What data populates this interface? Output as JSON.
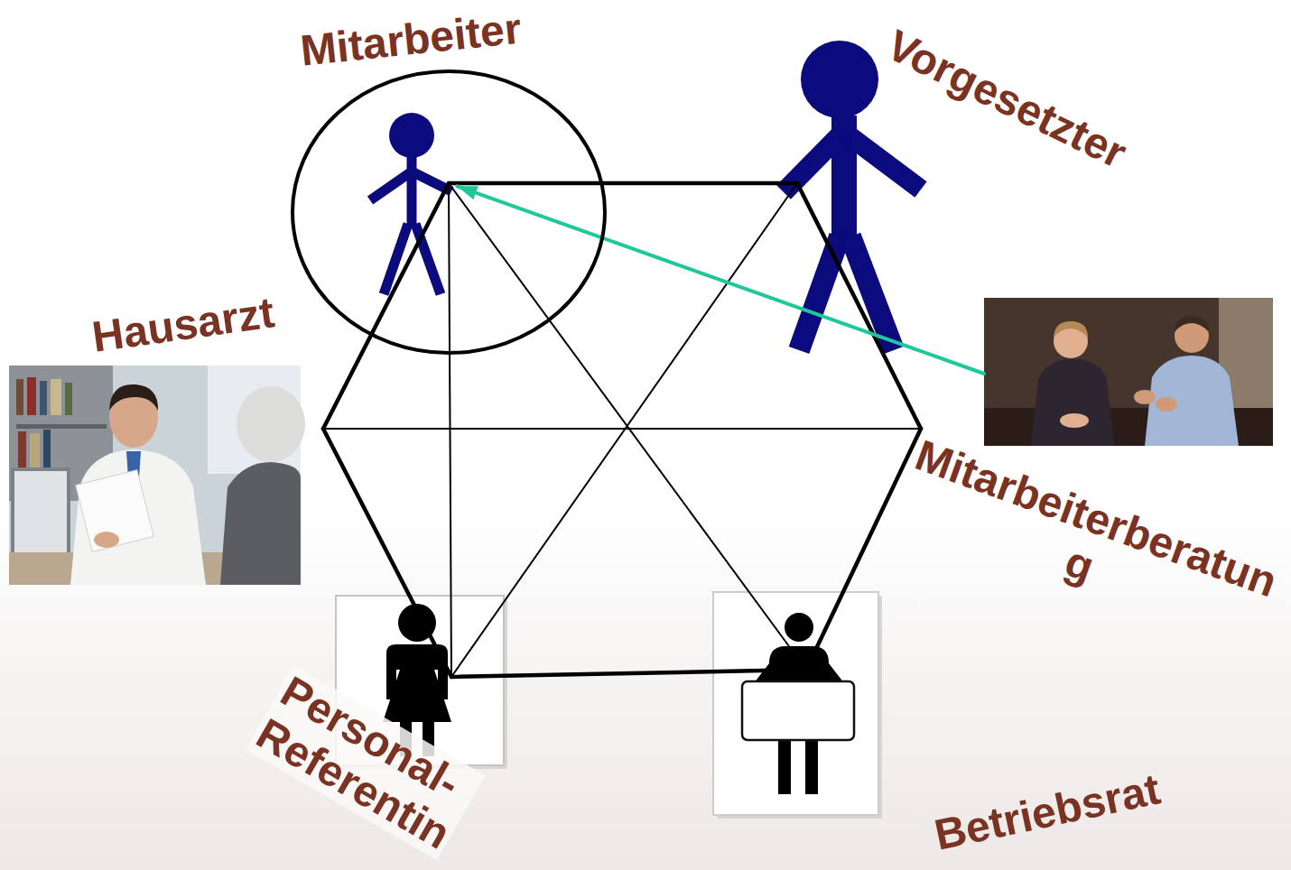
{
  "diagram": {
    "nodes": [
      {
        "text": [
          "Mitarbeiter"
        ]
      },
      {
        "text": [
          "Vorgesetzter"
        ]
      },
      {
        "text": [
          "Hausarzt"
        ]
      },
      {
        "text": [
          "Mitarbeiterberatun g"
        ]
      },
      {
        "text": [
          "Personal- Referentin"
        ]
      },
      {
        "text": [
          "Betriebsrat"
        ]
      }
    ],
    "edges": [
      {
        "from": 0,
        "to": 1,
        "arrow": "none"
      },
      {
        "from": 1,
        "to": 3,
        "arrow": "none"
      },
      {
        "from": 3,
        "to": 5,
        "arrow": "none"
      },
      {
        "from": 5,
        "to": 4,
        "arrow": "none"
      },
      {
        "from": 4,
        "to": 2,
        "arrow": "none"
      },
      {
        "from": 2,
        "to": 0,
        "arrow": "none"
      },
      {
        "from": 0,
        "to": 5,
        "arrow": "none"
      },
      {
        "from": 1,
        "to": 4,
        "arrow": "none"
      },
      {
        "from": 2,
        "to": 3,
        "arrow": "none"
      },
      {
        "from": 0,
        "to": 4,
        "arrow": "none"
      },
      {
        "from": 3,
        "to": 0,
        "arrow": "to"
      }
    ]
  }
}
